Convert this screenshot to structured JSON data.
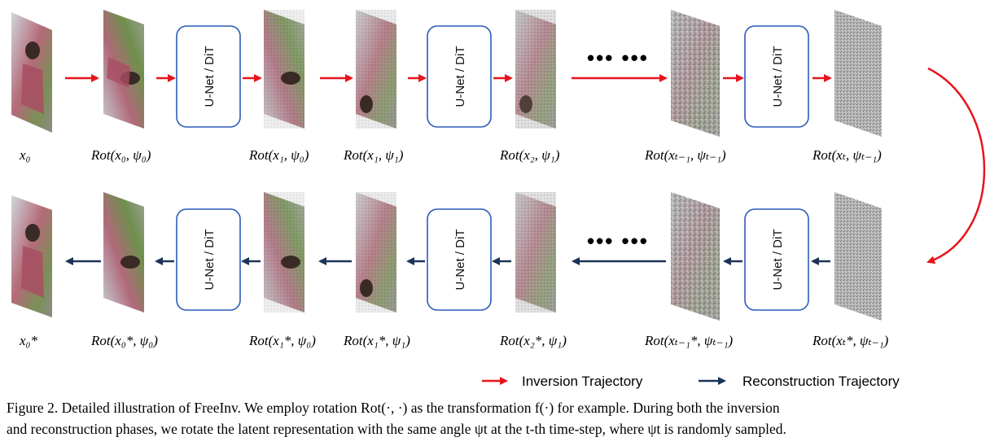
{
  "net_label": "U-Net / DiT",
  "ellipsis": "••• •••",
  "colors": {
    "inversion": "#e8141c",
    "reconstruction": "#1c3358",
    "box_border": "#2c5bb8"
  },
  "top_row": {
    "labels": [
      "x₀",
      "Rot(x₀, ψ₀)",
      "Rot(x₁, ψ₀)",
      "Rot(x₁, ψ₁)",
      "Rot(x₂, ψ₁)",
      "Rot(xₜ₋₁, ψₜ₋₁)",
      "Rot(xₜ, ψₜ₋₁)"
    ]
  },
  "bottom_row": {
    "labels": [
      "x₀*",
      "Rot(x₀*, ψ₀)",
      "Rot(x₁*, ψ₀)",
      "Rot(x₁*, ψ₁)",
      "Rot(x₂*, ψ₁)",
      "Rot(xₜ₋₁*, ψₜ₋₁)",
      "Rot(xₜ*, ψₜ₋₁)"
    ]
  },
  "legend": {
    "inversion": "Inversion Trajectory",
    "reconstruction": "Reconstruction Trajectory"
  },
  "caption": {
    "line1": "Figure 2. Detailed illustration of FreeInv. We employ rotation Rot(·, ·) as the transformation f(·) for example. During both the inversion",
    "line2": "and reconstruction phases, we rotate the latent representation with the same angle ψt at the t-th time-step, where ψt is randomly sampled."
  }
}
